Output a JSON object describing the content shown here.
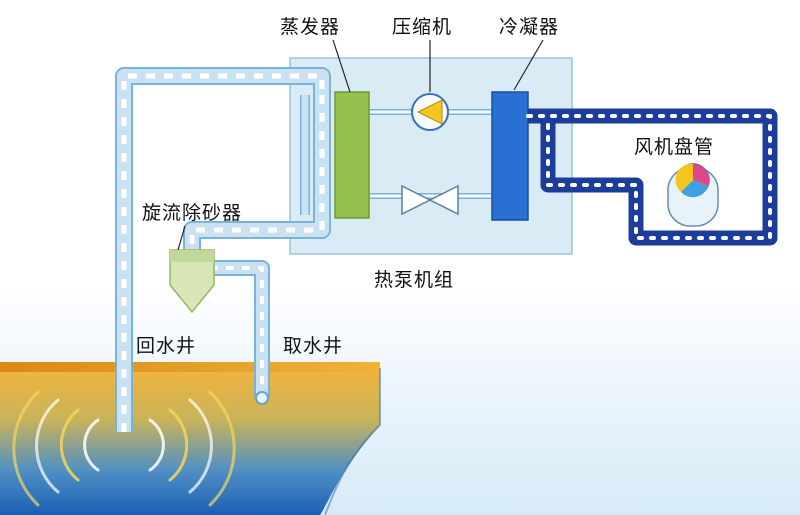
{
  "labels": {
    "evaporator": "蒸发器",
    "compressor": "压缩机",
    "condenser": "冷凝器",
    "fan_coil": "风机盘管",
    "sand_separator": "旋流除砂器",
    "heat_pump_unit": "热泵机组",
    "return_well": "回水井",
    "intake_well": "取水井"
  },
  "colors": {
    "pipe_fill": "#c8e2f4",
    "pipe_border": "#7ab3da",
    "pipe_dash": "#ffffff",
    "loop_pipe": "#1c3d9a",
    "unit_box": "#d8ebf5",
    "evaporator": "#95c14f",
    "condenser": "#2a6fd4",
    "compressor_arrow": "#f4c51d",
    "ground_top": "#e9a12d",
    "ground_bottom": "#1f6fc0"
  }
}
